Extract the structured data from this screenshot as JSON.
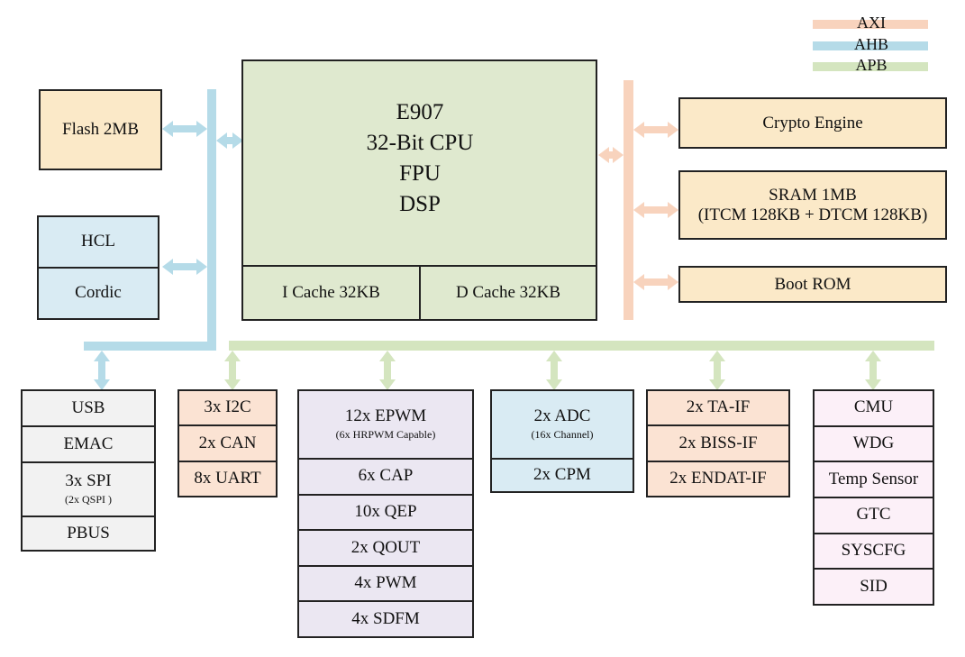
{
  "colors": {
    "axi": "#f8d3bd",
    "ahb": "#b5dbe8",
    "apb": "#d4e5bf",
    "cpu_fill": "#dfe9cf",
    "yellow_fill": "#fbe9c8",
    "blue_fill": "#d9ebf3",
    "gray_fill": "#f2f2f2",
    "orange_fill": "#fbe3d3",
    "lavender_fill": "#ebe7f2",
    "pink_fill": "#fcf0f8"
  },
  "legend": {
    "axi": "AXI",
    "ahb": "AHB",
    "apb": "APB"
  },
  "flash": "Flash 2MB",
  "hcl_group": {
    "hcl": "HCL",
    "cordic": "Cordic"
  },
  "cpu": {
    "line1": "E907",
    "line2": "32-Bit CPU",
    "line3": "FPU",
    "line4": "DSP",
    "icache": "I Cache 32KB",
    "dcache": "D Cache 32KB"
  },
  "crypto": "Crypto Engine",
  "sram": {
    "line1": "SRAM 1MB",
    "line2": "(ITCM 128KB + DTCM 128KB)"
  },
  "boot_rom": "Boot ROM",
  "group_usb": {
    "usb": "USB",
    "emac": "EMAC",
    "spi": "3x SPI",
    "spi_sub": "(2x QSPI )",
    "pbus": "PBUS"
  },
  "group_i2c": {
    "i2c": "3x I2C",
    "can": "2x CAN",
    "uart": "8x UART"
  },
  "group_epwm": {
    "epwm": "12x EPWM",
    "epwm_sub": "(6x HRPWM Capable)",
    "cap": "6x CAP",
    "qep": "10x QEP",
    "qout": "2x QOUT",
    "pwm": "4x PWM",
    "sdfm": "4x SDFM"
  },
  "group_adc": {
    "adc": "2x ADC",
    "adc_sub": "(16x Channel)",
    "cpm": "2x CPM"
  },
  "group_taif": {
    "taif": "2x TA-IF",
    "biss": "2x BISS-IF",
    "endat": "2x ENDAT-IF"
  },
  "group_cmu": {
    "cmu": "CMU",
    "wdg": "WDG",
    "temp": "Temp Sensor",
    "gtc": "GTC",
    "syscfg": "SYSCFG",
    "sid": "SID"
  }
}
